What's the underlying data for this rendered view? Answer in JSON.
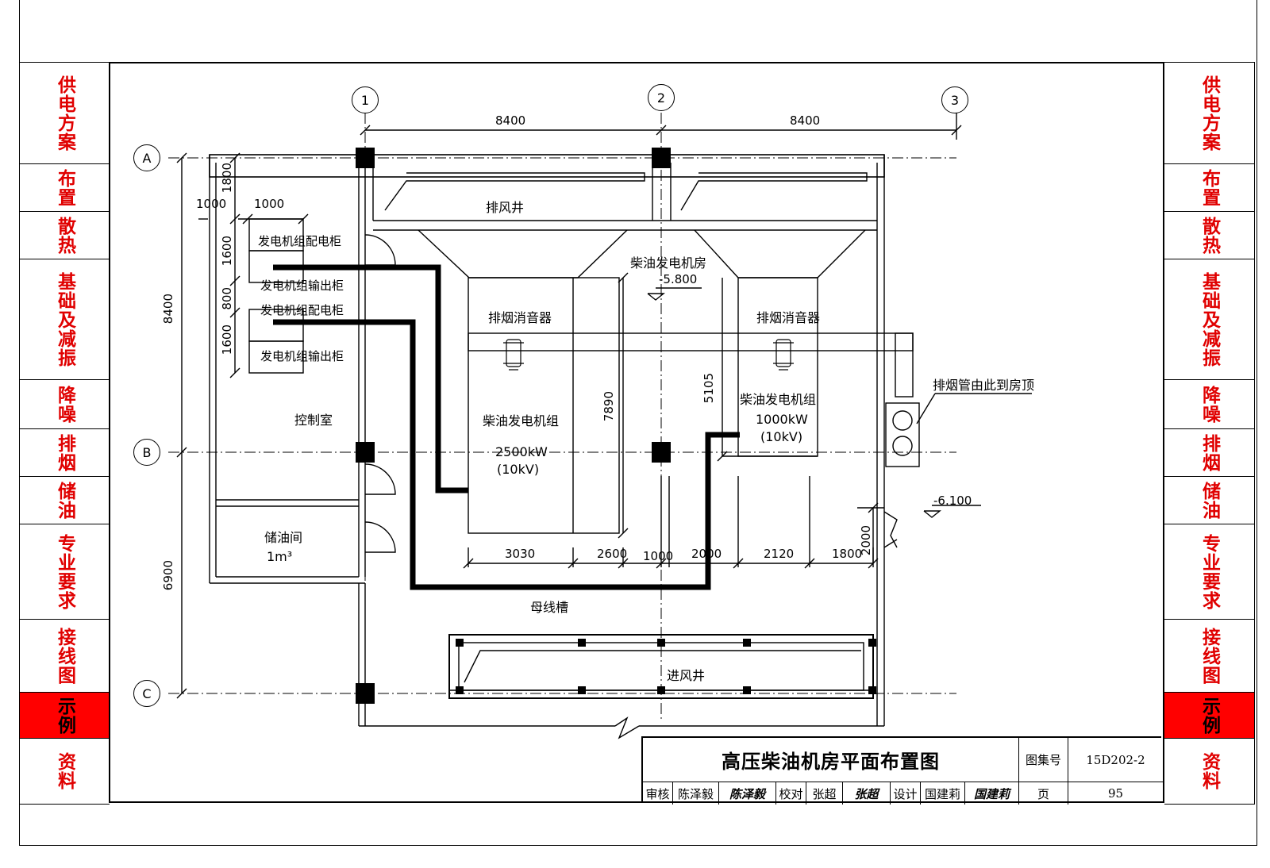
{
  "sidebar": {
    "sections": [
      {
        "label": "供电方案",
        "active": false
      },
      {
        "label": "布置",
        "active": false
      },
      {
        "label": "散热",
        "active": false
      },
      {
        "label": "基础及减振",
        "active": false
      },
      {
        "label": "降噪",
        "active": false
      },
      {
        "label": "排烟",
        "active": false
      },
      {
        "label": "储油",
        "active": false
      },
      {
        "label": "专业要求",
        "active": false
      },
      {
        "label": "接线图",
        "active": false
      },
      {
        "label": "示例",
        "active": true
      },
      {
        "label": "资料",
        "active": false
      }
    ],
    "text_color": "#e00000",
    "active_background": "#ff0000"
  },
  "plan": {
    "axes": {
      "col1": "1",
      "col2": "2",
      "col3": "3",
      "rowA": "A",
      "rowB": "B",
      "rowC": "C"
    },
    "dims": {
      "top1": "8400",
      "top2": "8400",
      "left1": "1000",
      "left2": "1000",
      "v1800": "1800",
      "v1600a": "1600",
      "v800": "800",
      "v1600b": "1600",
      "v8400": "8400",
      "v6900": "6900",
      "v7890": "7890",
      "v5105": "5105",
      "v2000": "2000",
      "b3030": "3030",
      "b2600": "2600",
      "b1000": "1000",
      "b2000": "2000",
      "b2120": "2120",
      "b1800": "1800"
    },
    "rooms": {
      "exhaust_shaft": "排风井",
      "engine_room": "柴油发电机房",
      "engine_room_level": "-5.800",
      "outside_level": "-6.100",
      "muffler1": "排烟消音器",
      "muffler2": "排烟消音器",
      "gen1_name": "柴油发电机组",
      "gen1_power": "2500kW",
      "gen1_volt": "(10kV)",
      "gen2_name": "柴油发电机组",
      "gen2_power": "1000kW",
      "gen2_volt": "(10kV)",
      "control_room": "控制室",
      "oil_room": "储油间",
      "oil_volume": "1m³",
      "busway": "母线槽",
      "intake_shaft": "进风井",
      "flue_note": "排烟管由此到房顶"
    },
    "cabinets": [
      "发电机组配电柜",
      "发电机组输出柜",
      "发电机组配电柜",
      "发电机组输出柜"
    ]
  },
  "title_block": {
    "title": "高压柴油机房平面布置图",
    "atlas_label": "图集号",
    "atlas_no": "15D202-2",
    "review_label": "审核",
    "reviewer": "陈泽毅",
    "reviewer_sig": "陈泽毅",
    "check_label": "校对",
    "checker": "张超",
    "checker_sig": "张超",
    "design_label": "设计",
    "designer": "国建莉",
    "designer_sig": "国建莉",
    "page_label": "页",
    "page_no": "95"
  }
}
